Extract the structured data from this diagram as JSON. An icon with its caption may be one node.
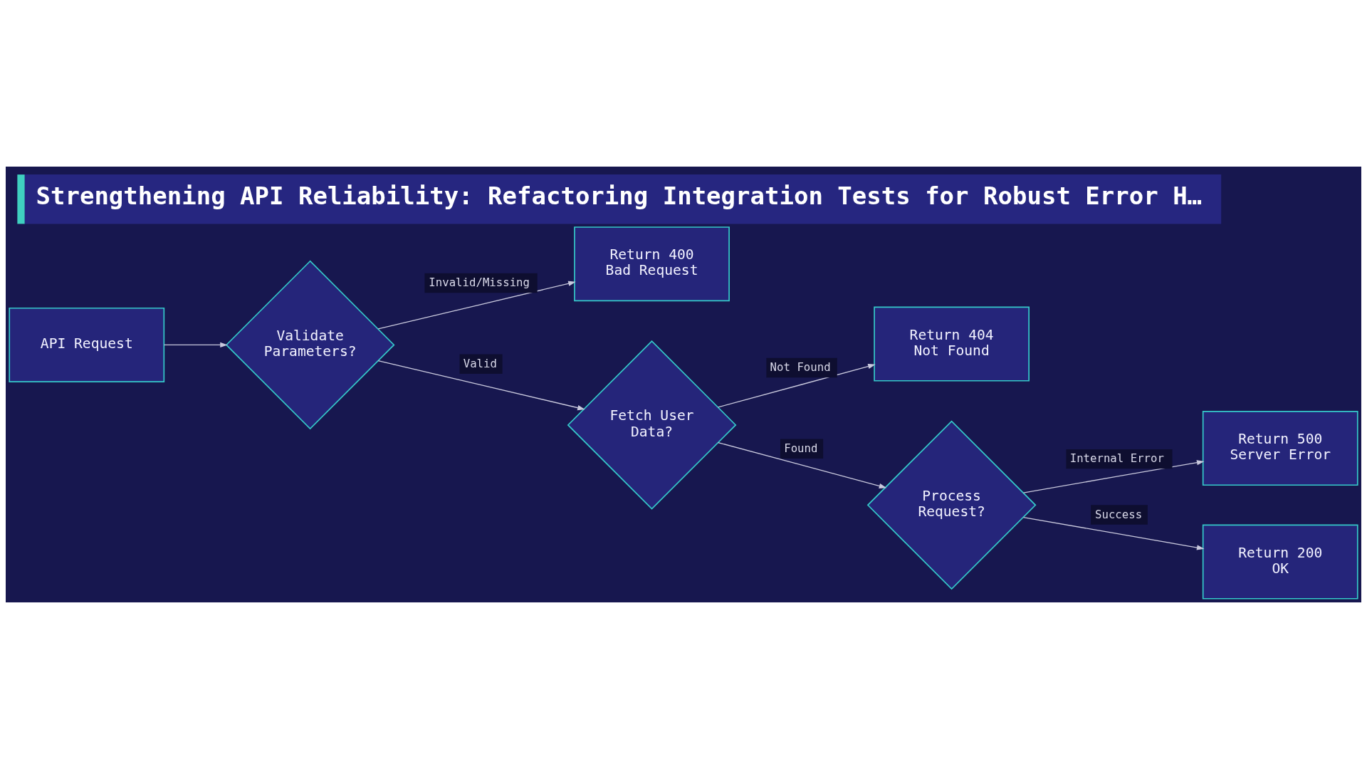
{
  "diagram": {
    "title": "Strengthening API Reliability: Refactoring Integration Tests for Robust Error H…",
    "nodes": [
      {
        "text": [
          "API Request"
        ]
      },
      {
        "text": [
          "Validate Parameters?"
        ]
      },
      {
        "text": [
          "Return 400 Bad Request"
        ]
      },
      {
        "text": [
          "Fetch User Data?"
        ]
      },
      {
        "text": [
          "Return 404 Not Found"
        ]
      },
      {
        "text": [
          "Process Request?"
        ]
      },
      {
        "text": [
          "Return 500 Server Error"
        ]
      },
      {
        "text": [
          "Return 200 OK"
        ]
      }
    ],
    "edges": [
      {
        "from": 0,
        "to": 1,
        "arrow": "to"
      },
      {
        "from": 1,
        "to": 2,
        "arrow": "to",
        "label": "Invalid/Missing"
      },
      {
        "from": 1,
        "to": 3,
        "arrow": "to",
        "label": "Valid"
      },
      {
        "from": 3,
        "to": 4,
        "arrow": "to",
        "label": "Not Found"
      },
      {
        "from": 3,
        "to": 5,
        "arrow": "to",
        "label": "Found"
      },
      {
        "from": 5,
        "to": 6,
        "arrow": "to",
        "label": "Internal Error"
      },
      {
        "from": 5,
        "to": 7,
        "arrow": "to",
        "label": "Success"
      }
    ]
  }
}
